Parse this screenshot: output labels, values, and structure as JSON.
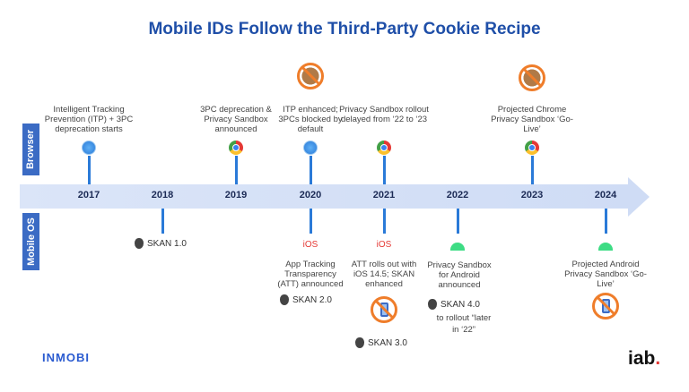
{
  "title": "Mobile IDs Follow the Third-Party Cookie Recipe",
  "lanes": {
    "browser": "Browser",
    "mobile": "Mobile OS"
  },
  "years": [
    "2017",
    "2018",
    "2019",
    "2020",
    "2021",
    "2022",
    "2023",
    "2024"
  ],
  "browser": {
    "e2017": "Intelligent Tracking Prevention (ITP)  + 3PC deprecation starts",
    "e2019": "3PC deprecation & Privacy Sandbox announced",
    "e2020": "ITP enhanced; 3PCs blocked by default",
    "e2021": "Privacy Sandbox rollout delayed from ‘22 to ‘23",
    "e2023": "Projected Chrome Privacy Sandbox ‘Go-Live’"
  },
  "mobile": {
    "skan1": "SKAN 1.0",
    "ios": "iOS",
    "e2020": "App Tracking Transparency (ATT) announced",
    "skan2": "SKAN 2.0",
    "e2021": "ATT rolls out with iOS 14.5; SKAN enhanced",
    "skan3": "SKAN 3.0",
    "e2022": "Privacy Sandbox for Android announced",
    "skan4": "SKAN 4.0",
    "skan4note": "to rollout “later in ‘22”",
    "e2024": "Projected Android Privacy Sandbox ‘Go-Live’"
  },
  "logos": {
    "left": "INMOBI",
    "right": "iab"
  }
}
